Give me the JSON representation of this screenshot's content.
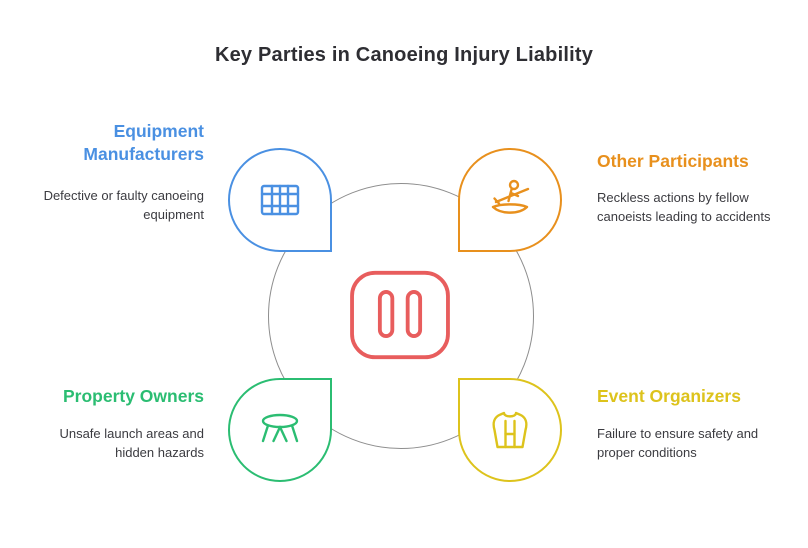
{
  "title": "Key Parties in Canoeing Injury Liability",
  "center": {
    "icon": "canoe-top-view-icon",
    "accent_color": "#e85d5d",
    "ring_color": "#8e8e8e"
  },
  "quadrants": [
    {
      "label": "Equipment Manufacturers",
      "description": "Defective or faulty canoeing equipment",
      "color": "#4a90e2",
      "icon": "equipment-grid-icon",
      "position": "top-left"
    },
    {
      "label": "Other Participants",
      "description": "Reckless actions by fellow canoeists leading to accidents",
      "color": "#e8901d",
      "icon": "kayaker-icon",
      "position": "top-right"
    },
    {
      "label": "Property Owners",
      "description": "Unsafe launch areas and hidden hazards",
      "color": "#2bbd72",
      "icon": "trampoline-launch-icon",
      "position": "bottom-left"
    },
    {
      "label": "Event Organizers",
      "description": "Failure to ensure safety and proper conditions",
      "color": "#ddc31c",
      "icon": "life-vest-icon",
      "position": "bottom-right"
    }
  ],
  "colors": {
    "background": "#ffffff",
    "title_text": "#2e2e33",
    "body_text": "#3b3b40"
  }
}
